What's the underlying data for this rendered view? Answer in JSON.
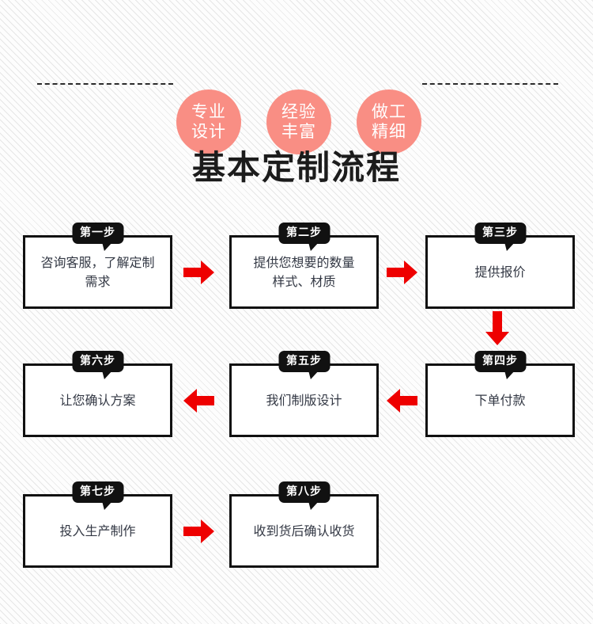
{
  "page": {
    "background_color": "#fdfdfd",
    "stripe_color": "#e6e6e6",
    "accent_pink": "#f98e84",
    "accent_red": "#ee0000",
    "box_border_color": "#111111",
    "text_color": "#333844"
  },
  "top_strip": {
    "badges": [
      {
        "line1": "专业",
        "line2": "设计"
      },
      {
        "line1": "经验",
        "line2": "丰富"
      },
      {
        "line1": "做工",
        "line2": "精细"
      }
    ]
  },
  "heading": {
    "title": "基本定制流程"
  },
  "flow": {
    "steps": [
      {
        "badge": "第一步",
        "text": "咨询客服，了解定制需求"
      },
      {
        "badge": "第二步",
        "text": "提供您想要的数量样式、材质"
      },
      {
        "badge": "第三步",
        "text": "提供报价"
      },
      {
        "badge": "第四步",
        "text": "下单付款"
      },
      {
        "badge": "第五步",
        "text": "我们制版设计"
      },
      {
        "badge": "第六步",
        "text": "让您确认方案"
      },
      {
        "badge": "第七步",
        "text": "投入生产制作"
      },
      {
        "badge": "第八步",
        "text": "收到货后确认收货"
      }
    ],
    "step_lines": {
      "step2_line1": "提供您想要的数量",
      "step2_line2": "样式、材质",
      "step1_line1": "咨询客服，了解定制",
      "step1_line2": "需求"
    },
    "arrows": [
      {
        "name": "arrow-step1-to-step2",
        "direction": "right"
      },
      {
        "name": "arrow-step2-to-step3",
        "direction": "right"
      },
      {
        "name": "arrow-step3-to-step4",
        "direction": "down"
      },
      {
        "name": "arrow-step4-to-step5",
        "direction": "left"
      },
      {
        "name": "arrow-step5-to-step6",
        "direction": "left"
      },
      {
        "name": "arrow-step7-to-step8",
        "direction": "right"
      }
    ]
  }
}
